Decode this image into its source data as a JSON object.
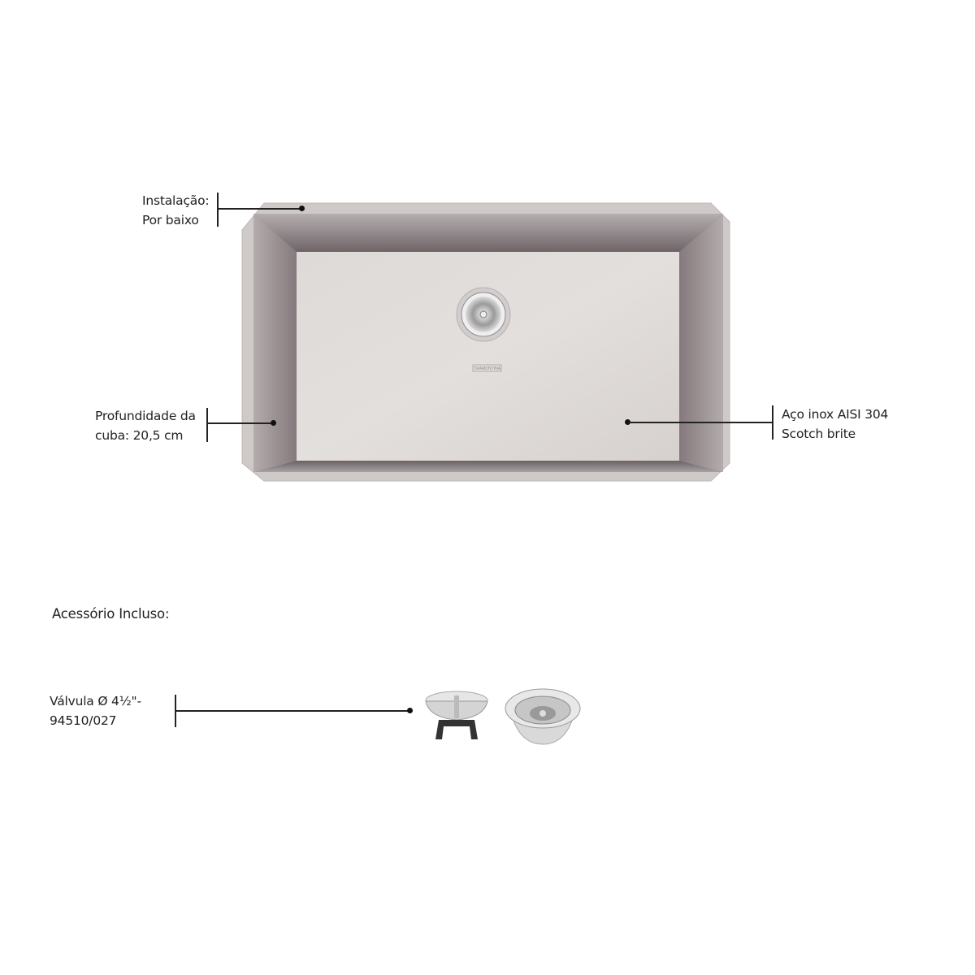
{
  "callouts": {
    "installation": {
      "line1": "Instalação:",
      "line2": "Por baixo"
    },
    "depth": {
      "line1": "Profundidade da",
      "line2": "cuba: 20,5 cm"
    },
    "material": {
      "line1": "Aço inox AISI 304",
      "line2": "Scotch brite"
    }
  },
  "accessories": {
    "heading": "Acessório Incluso:",
    "valve": {
      "line1": "Válvula  Ø 4½\"-",
      "line2": "94510/027"
    }
  },
  "brand_logo_text": "TRAMONTINA",
  "colors": {
    "steel_light": "#d9d5d3",
    "steel_dark": "#6e6468",
    "line": "#222222"
  }
}
